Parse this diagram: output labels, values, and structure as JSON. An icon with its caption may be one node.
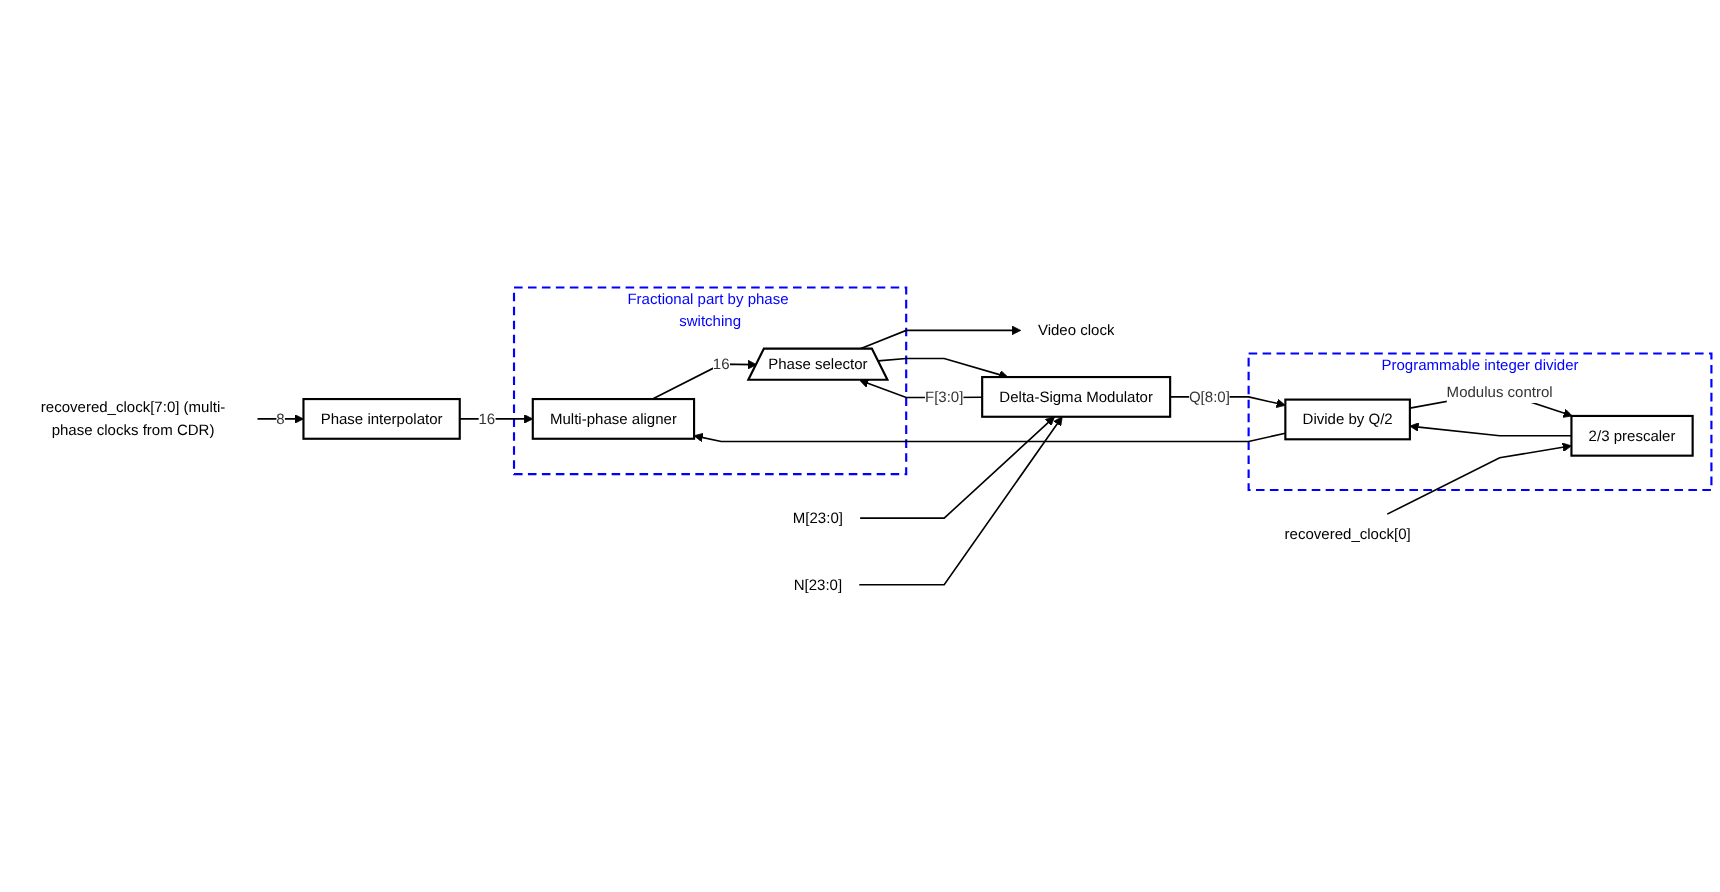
{
  "diagram": {
    "nodes": [
      {
        "text": [
          "recovered_clock[7:0] (multi-phase clocks from CDR)"
        ]
      },
      {
        "text": [
          "Phase interpolator"
        ]
      },
      {
        "text": [
          "Fractional part by phase switching"
        ]
      },
      {
        "text": [
          "Multi-phase aligner"
        ],
        "in": 2
      },
      {
        "text": [
          "Phase selector"
        ],
        "in": 2
      },
      {
        "text": [
          "Video clock"
        ]
      },
      {
        "text": [
          "Programmable integer divider"
        ]
      },
      {
        "text": [
          "recovered_clock[0]"
        ]
      },
      {
        "text": [
          "2/3 prescaler"
        ],
        "in": 6
      },
      {
        "text": [
          "Divide by Q/2"
        ],
        "in": 6
      },
      {
        "text": [
          "M[23:0]"
        ]
      },
      {
        "text": [
          "N[23:0]"
        ]
      },
      {
        "text": [
          "Delta-Sigma Modulator"
        ]
      }
    ],
    "edges": [
      {
        "from": 0,
        "to": 1,
        "arrow": "to",
        "label": "8"
      },
      {
        "from": 1,
        "to": 3,
        "arrow": "to",
        "label": "16"
      },
      {
        "from": 3,
        "to": 4,
        "arrow": "to",
        "label": "16"
      },
      {
        "from": 4,
        "to": 5,
        "arrow": "to"
      },
      {
        "from": 7,
        "to": 8,
        "arrow": "to"
      },
      {
        "from": 8,
        "to": 9,
        "arrow": "to"
      },
      {
        "from": 9,
        "to": 8,
        "arrow": "to",
        "label": "Modulus control"
      },
      {
        "from": 9,
        "to": 3,
        "arrow": "to"
      },
      {
        "from": 12,
        "to": 9,
        "arrow": "to",
        "label": "Q[8:0]"
      },
      {
        "from": 12,
        "to": 4,
        "arrow": "to",
        "label": "F[3:0]"
      },
      {
        "from": 4,
        "to": 12,
        "arrow": "to"
      },
      {
        "from": 10,
        "to": 12,
        "arrow": "to"
      },
      {
        "from": 11,
        "to": 12,
        "arrow": "to"
      }
    ]
  }
}
